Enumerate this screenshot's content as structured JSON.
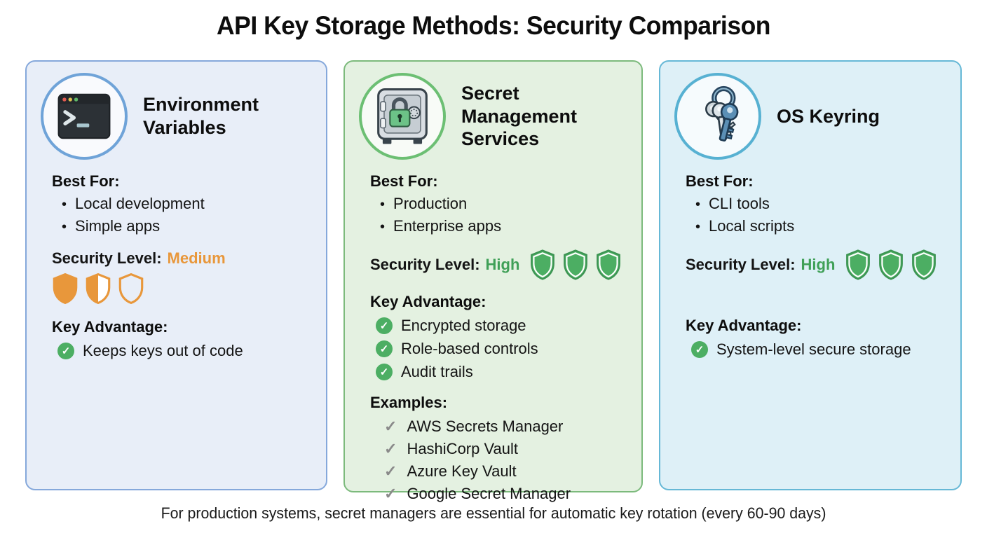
{
  "title": "API Key Storage Methods: Security Comparison",
  "footer": "For production systems, secret managers are essential for automatic key rotation (every 60-90 days)",
  "labels": {
    "best_for": "Best For:",
    "security_level": "Security Level:",
    "key_advantage": "Key Advantage:",
    "examples": "Examples:"
  },
  "colors": {
    "orange_accent": "#E8973B",
    "green_accent": "#3FA057",
    "check_green": "#4CAE63",
    "card1_bg": "#E8EEF8",
    "card1_border": "#85A8DB",
    "card2_bg": "#E4F1E1",
    "card2_border": "#7CBA7C",
    "card3_bg": "#DEF0F7",
    "card3_border": "#66B8D6"
  },
  "cards": [
    {
      "title": "Environment Variables",
      "icon": "terminal-window",
      "best_for": [
        "Local development",
        "Simple apps"
      ],
      "security_value": "Medium",
      "shield_rating": "1.5 of 3",
      "shield_levels": [
        "full",
        "half",
        "empty"
      ],
      "advantages": [
        "Keeps keys out of code"
      ]
    },
    {
      "title": "Secret Management Services",
      "icon": "safe-vault",
      "best_for": [
        "Production",
        "Enterprise apps"
      ],
      "security_value": "High",
      "shield_rating": "3 of 3",
      "shield_levels": [
        "full",
        "full",
        "full"
      ],
      "advantages": [
        "Encrypted storage",
        "Role-based controls",
        "Audit trails"
      ],
      "examples": [
        "AWS Secrets Manager",
        "HashiCorp Vault",
        "Azure Key Vault",
        "Google Secret Manager"
      ]
    },
    {
      "title": "OS Keyring",
      "icon": "keyring-keys",
      "best_for": [
        "CLI tools",
        "Local scripts"
      ],
      "security_value": "High",
      "shield_rating": "3 of 3",
      "shield_levels": [
        "full",
        "full",
        "full"
      ],
      "advantages": [
        "System-level secure storage"
      ]
    }
  ],
  "glyphs": {
    "bullet": "•",
    "check": "✓"
  }
}
